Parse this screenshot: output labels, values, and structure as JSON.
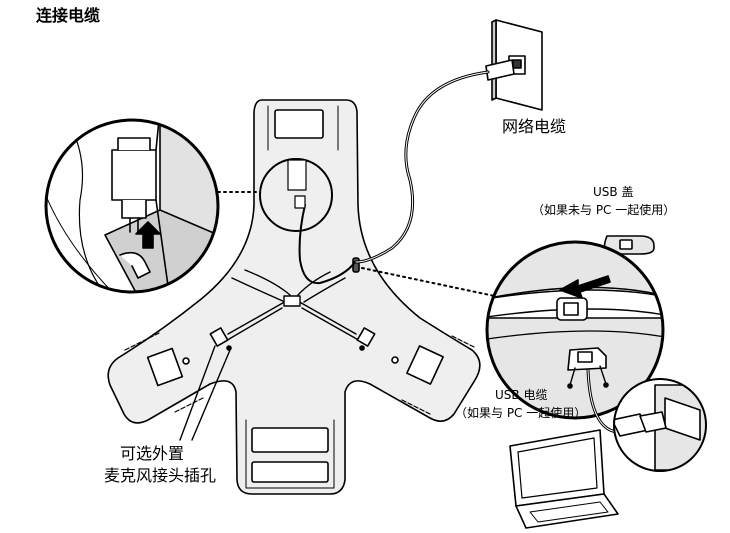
{
  "title": "连接电缆",
  "labels": {
    "network_cable": "网络电缆",
    "usb_cover": "USB 盖",
    "usb_cover_condition": "（如果未与 PC 一起使用）",
    "usb_cable": "USB 电缆",
    "usb_cable_condition": "（如果与 PC 一起使用）",
    "mic_jack_line1": "可选外置",
    "mic_jack_line2": "麦克风接头插孔"
  },
  "colors": {
    "line": "#000000",
    "phone_fill": "#efefef",
    "phone_fill_dark": "#d9d9d9",
    "zoom_fill": "#e6e6e6",
    "background": "#ffffff"
  }
}
